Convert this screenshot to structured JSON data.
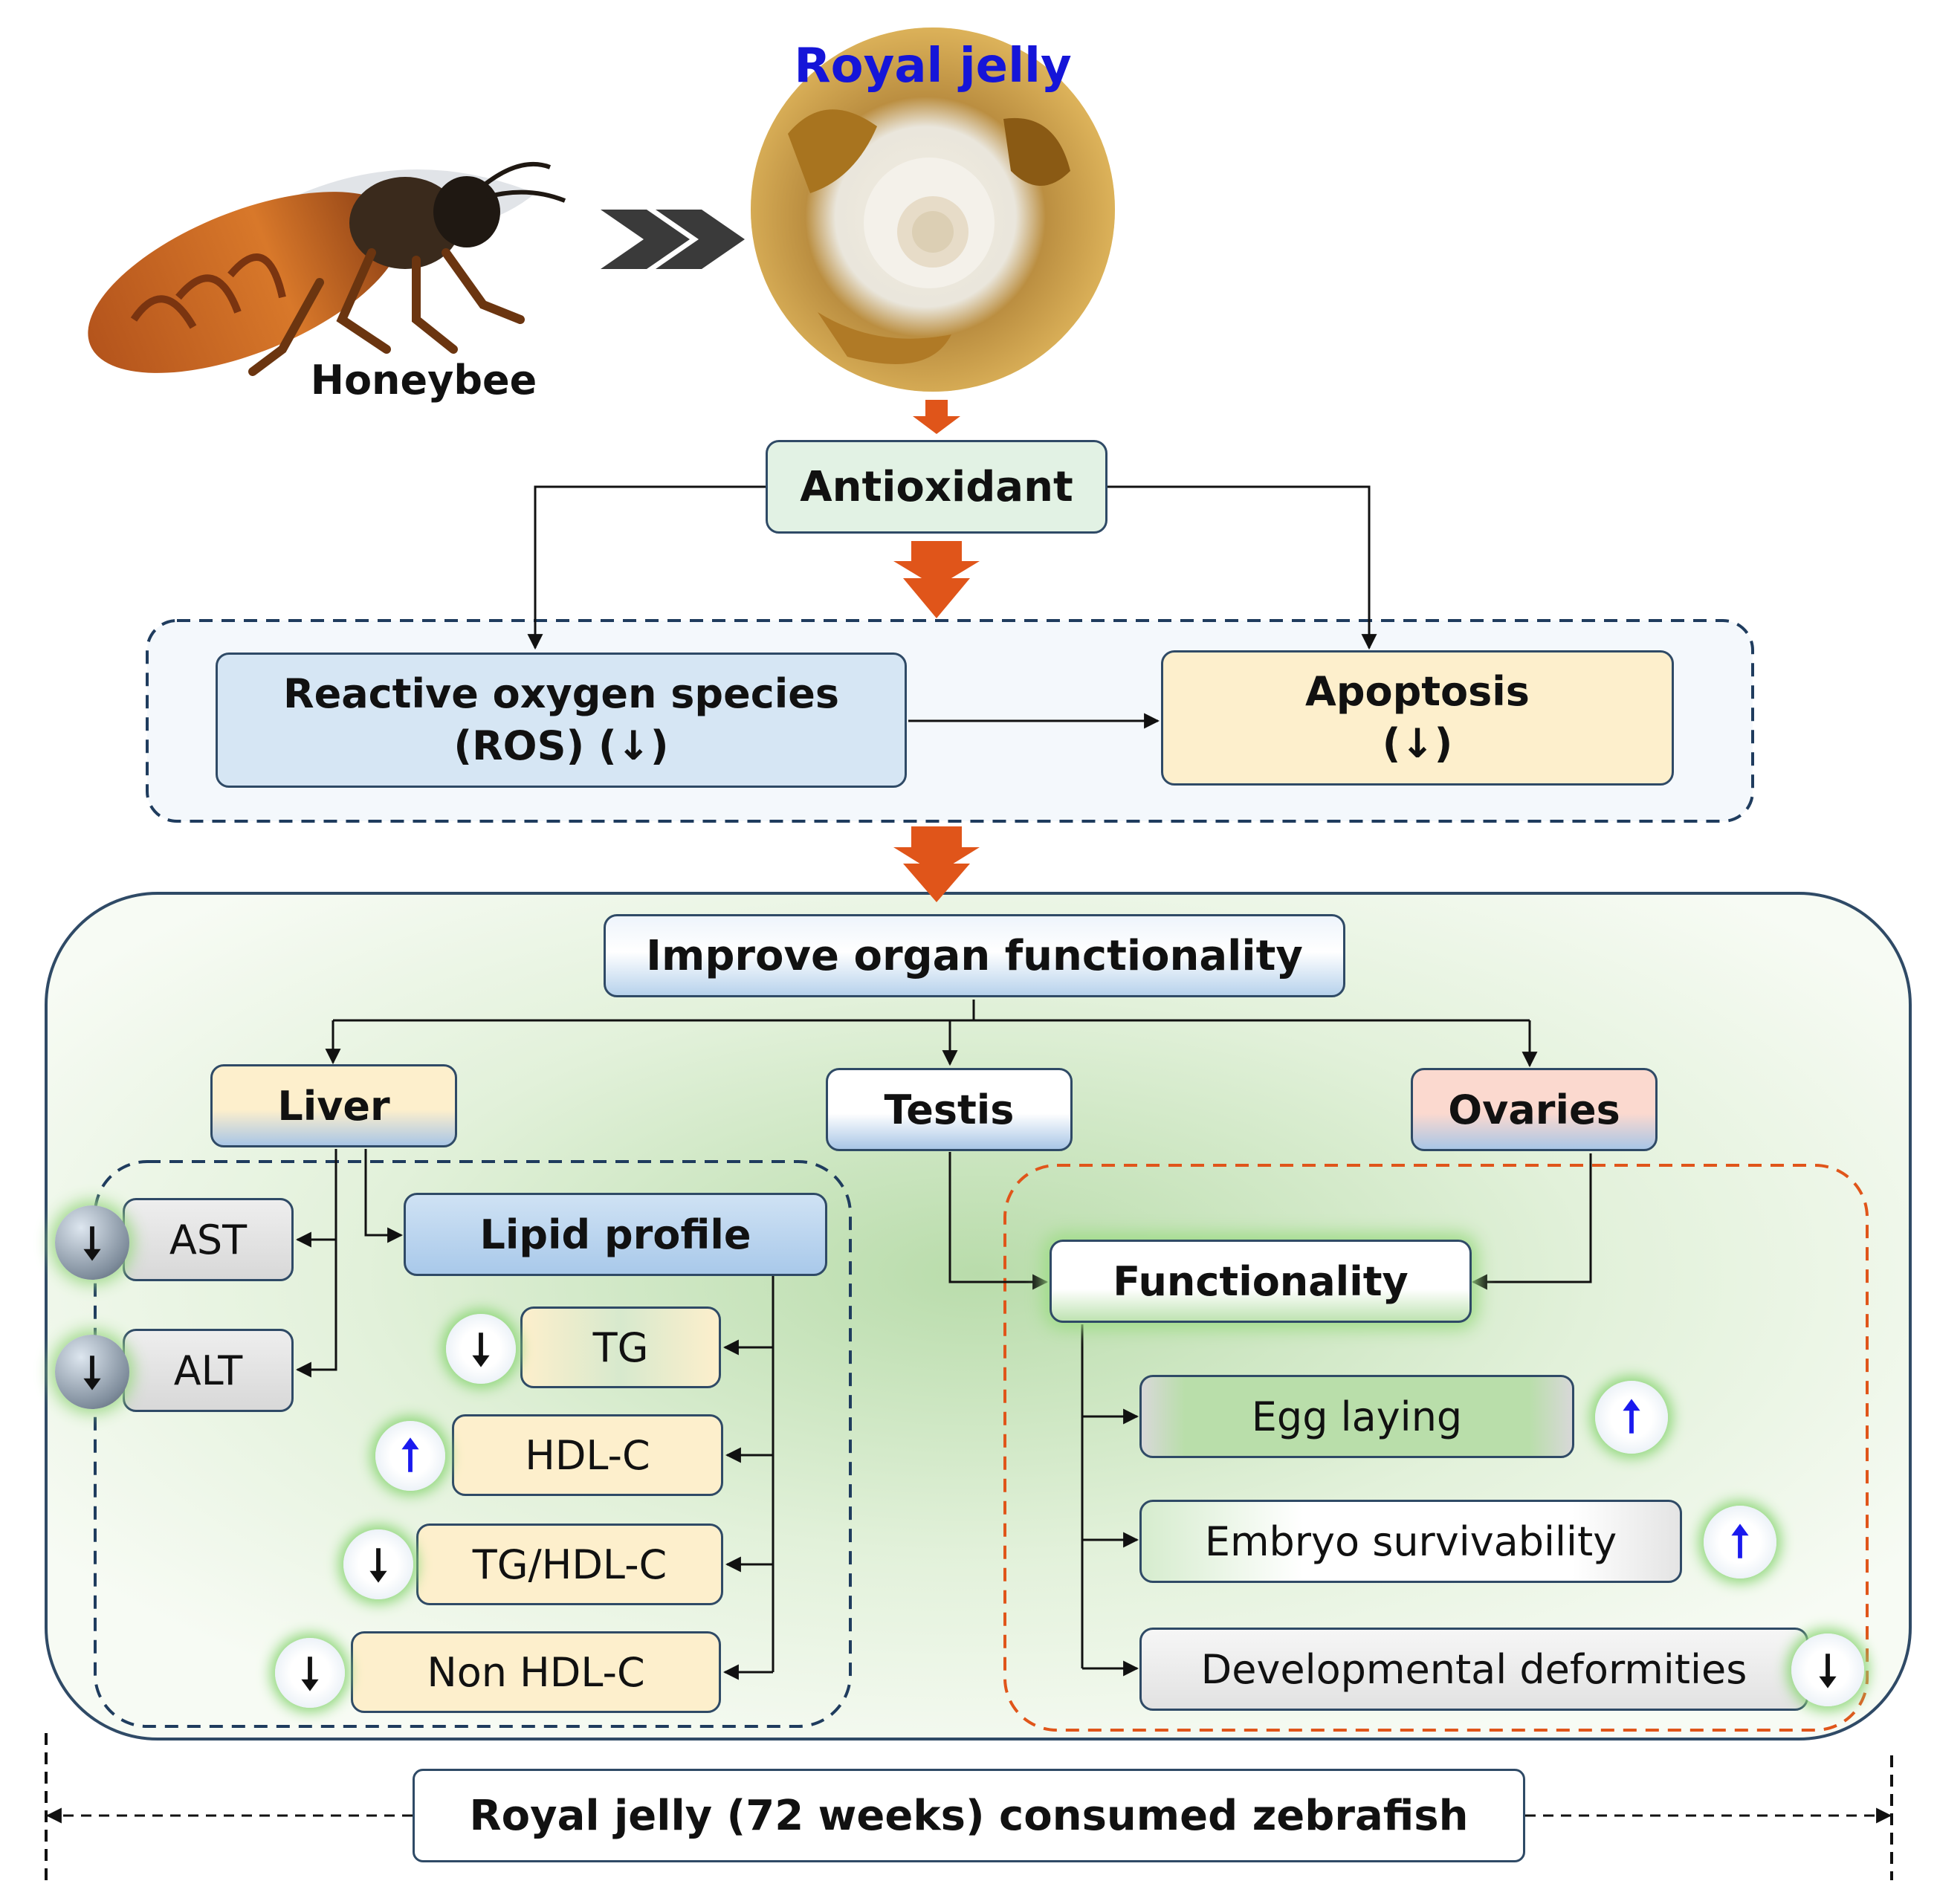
{
  "source": {
    "honeybee_label": "Honeybee",
    "royal_jelly_label": "Royal jelly"
  },
  "mechanism": {
    "antioxidant": "Antioxidant",
    "ros_line1": "Reactive oxygen species",
    "ros_line2": "(ROS) (↓)",
    "apoptosis_line1": "Apoptosis",
    "apoptosis_line2": "(↓)"
  },
  "organs": {
    "title": "Improve organ functionality",
    "liver": "Liver",
    "testis": "Testis",
    "ovaries": "Ovaries"
  },
  "liver_markers": {
    "ast": "AST",
    "alt": "ALT",
    "lipid_profile": "Lipid profile",
    "tg": "TG",
    "hdl_c": "HDL-C",
    "tg_hdl_c": "TG/HDL-C",
    "non_hdl_c": "Non HDL-C"
  },
  "reproduction": {
    "functionality": "Functionality",
    "egg_laying": "Egg laying",
    "embryo_survivability": "Embryo survivability",
    "developmental_deformities": "Developmental deformities"
  },
  "footer": {
    "duration_label": "Royal jelly (72 weeks) consumed  zebrafish"
  },
  "colors": {
    "orange_arrow": "#e0551a",
    "blue_title": "#1515d8",
    "up_arrow": "#1a1aee",
    "down_arrow": "#111111",
    "ros_fill": "#d6e6f4",
    "apoptosis_fill": "#fdefcc",
    "panel_green": "#cfe7c4",
    "lipid_fill": "#bcd7ee"
  }
}
